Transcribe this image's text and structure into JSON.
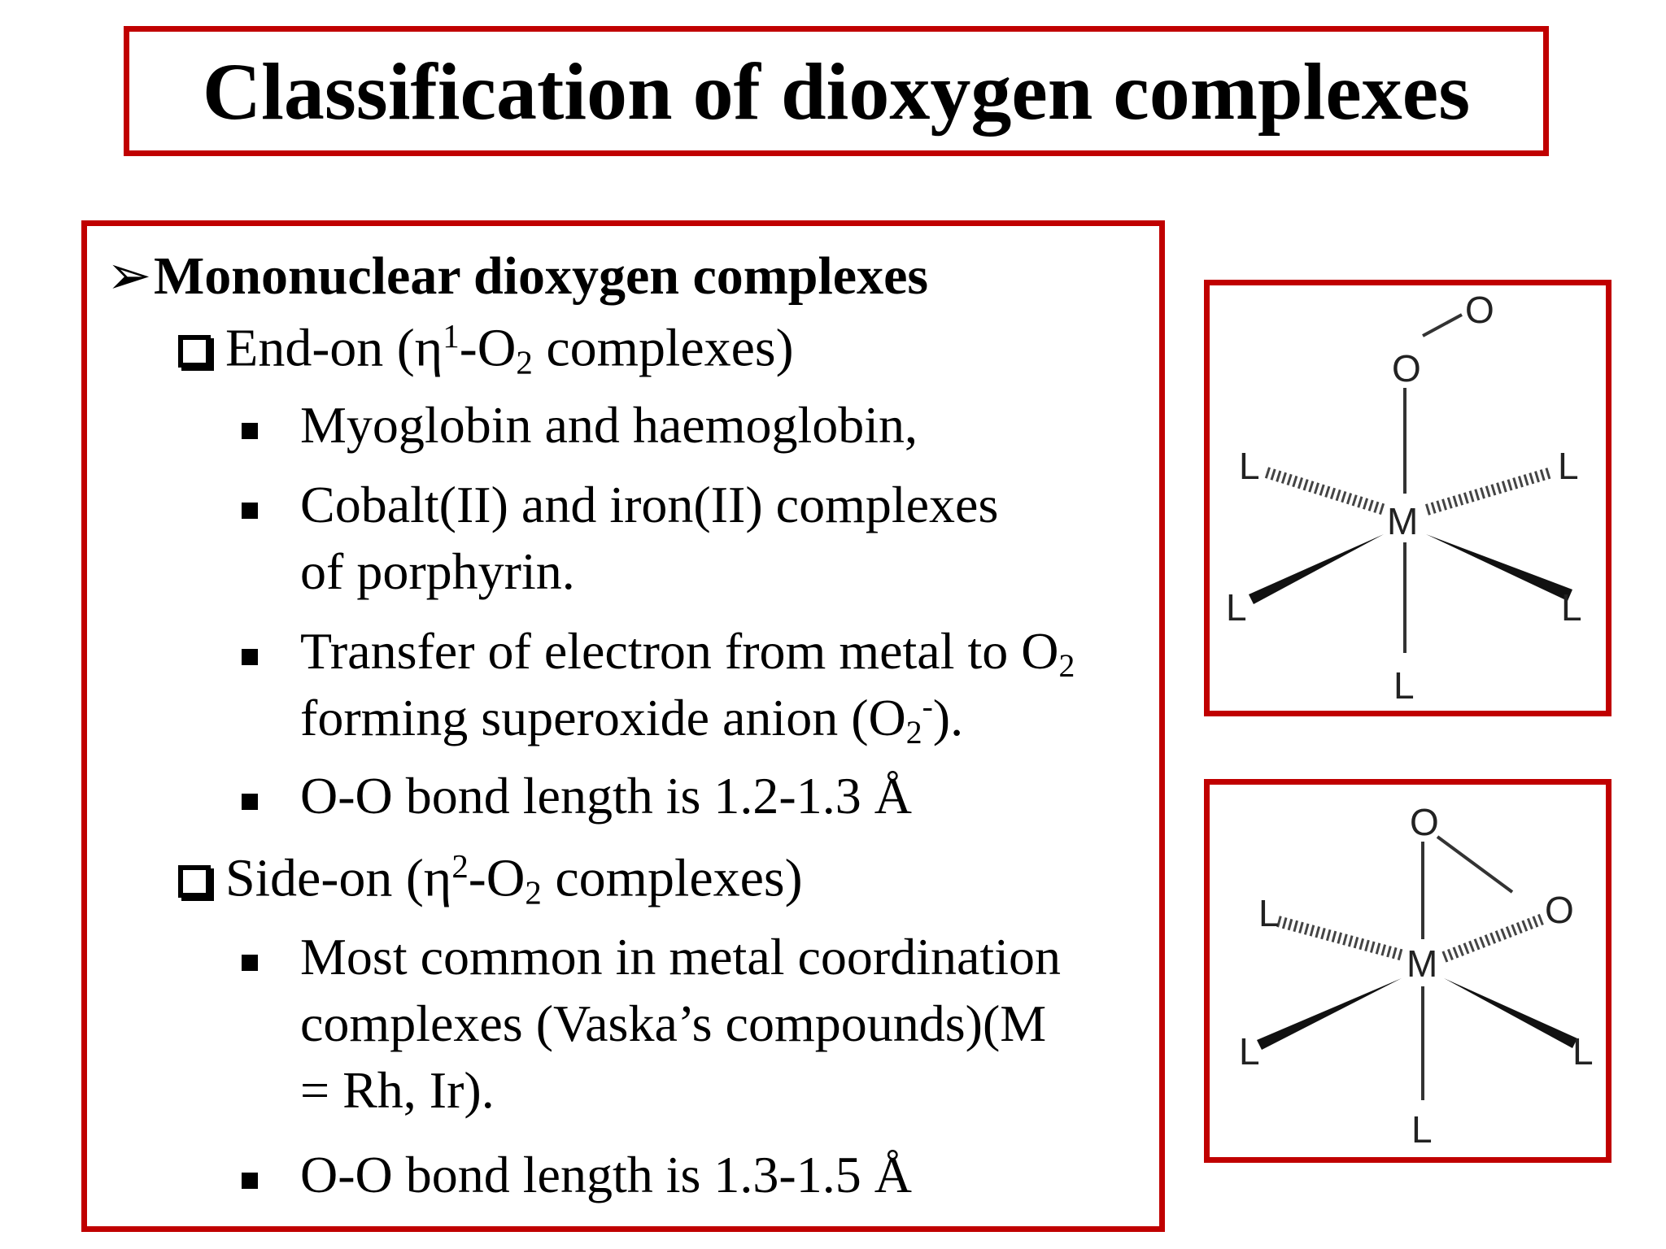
{
  "title": "Classification of dioxygen complexes",
  "section": {
    "heading": "Mononuclear dioxygen complexes",
    "end_on": {
      "label_pre": "End-on (η",
      "sup": "1",
      "label_mid": "-O",
      "sub": "2",
      "label_post": " complexes)",
      "bullets": {
        "b1": "Myoglobin and haemoglobin,",
        "b2_l1": "Cobalt(II) and iron(II) complexes",
        "b2_l2": "of porphyrin.",
        "b3_l1_pre": "Transfer of electron from metal to O",
        "b3_l1_sub": "2",
        "b3_l2_pre": "forming superoxide anion (O",
        "b3_l2_sub": "2",
        "b3_l2_sup": "-",
        "b3_l2_post": ").",
        "b4": "O-O bond length is 1.2-1.3 Å"
      }
    },
    "side_on": {
      "label_pre": "Side-on (η",
      "sup": "2",
      "label_mid": "-O",
      "sub": "2",
      "label_post": " complexes)",
      "bullets": {
        "b1_l1": "Most common in metal coordination",
        "b1_l2": "complexes (Vaska’s compounds)(M",
        "b1_l3": "= Rh, Ir).",
        "b2": "O-O bond length is 1.3-1.5 Å"
      }
    }
  },
  "diagrams": {
    "end_on": {
      "metal": "M",
      "ligand": "L",
      "oxygen": "O"
    },
    "side_on": {
      "metal": "M",
      "ligand": "L",
      "oxygen": "O"
    }
  }
}
